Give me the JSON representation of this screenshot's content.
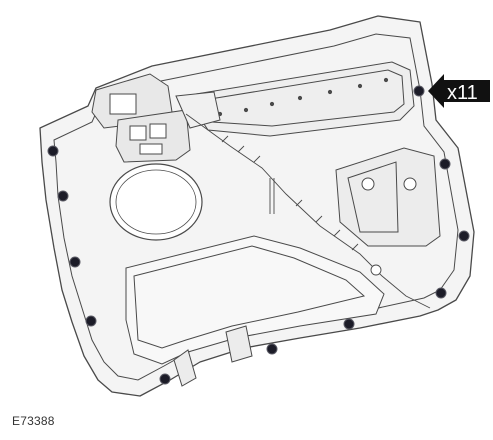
{
  "diagram": {
    "subject": "door-trim-panel-rear-view",
    "callout": {
      "label": "x11",
      "arrow_icon": "arrow-left-icon"
    },
    "figure_id": "E73388",
    "fastener_count": 11,
    "colors": {
      "line": "#4a4a4a",
      "panel_fill": "#f4f4f4",
      "recess_fill": "#e6e6e6",
      "clip_fill": "#1c1c28",
      "callout_fill": "#111111",
      "callout_text": "#ffffff"
    }
  }
}
